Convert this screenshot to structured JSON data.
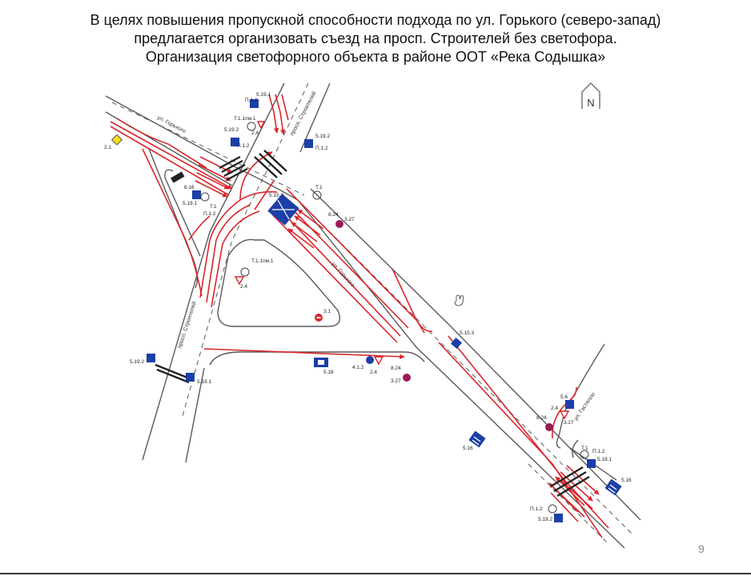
{
  "heading": {
    "line1": "В целях повышения пропускной способности подхода по ул. Горького (северо-запад)",
    "line2": "предлагается организовать съезд на просп. Строителей без светофора.",
    "line3": "Организация светофорного объекта в районе ООТ «Река Содышка»"
  },
  "page_number": "9",
  "north_label": "N",
  "streets": {
    "gorkogo_top": "ул. Горького",
    "stroiteley_top": "просп. Строителей",
    "gorkogo_mid": "ул. Горького",
    "stroiteley_bottom": "просп. Строителей",
    "gastello": "ул. Гастелло"
  },
  "signs": {
    "s_5_19_1_a": "5.19.1",
    "p_1_2_a": "П.1.2",
    "t_1_1pm_a": "Т.1.1пм.1",
    "s_2_4_a": "2.4",
    "s_5_19_2_a": "5.19.2",
    "p_1_2_b": "П.1.2",
    "s_5_19_2_b": "5.19.2",
    "p_1_2_c": "П.1.2",
    "s_2_1": "2.1",
    "s_6_16": "6.16",
    "s_5_19_1_b": "5.19.1",
    "t_1_a": "Т.1",
    "p_1_2_d": "П.1.2",
    "s_5_15_2": "5.15.2",
    "t_1_b": "Т.1",
    "s_8_24_a": "8.24",
    "s_3_27_a": "3.27",
    "t_1_1pm_b": "Т.1.1пм.1",
    "s_2_4_b": "2.4",
    "s_3_1": "3.1",
    "s_5_15_3": "5.15.3",
    "s_5_19_2_c": "5.19.2",
    "s_5_19_1_c": "5.19.1",
    "s_5_18": "5.18",
    "s_4_1_2": "4.1.2",
    "s_2_4_c": "2.4",
    "s_8_24_b": "8.24",
    "s_3_27_b": "3.27",
    "s_5_6": "5.6",
    "s_2_4_d": "2.4",
    "s_8_24_c": "8.24",
    "s_3_27_c": "3.27",
    "s_5_16_a": "5.16",
    "t_1_c": "Т.1",
    "p_1_2_e": "П.1.2",
    "s_5_19_1_d": "5.19.1",
    "s_5_16_b": "5.16",
    "p_1_2_f": "П.1.2",
    "s_5_19_2_d": "5.19.2"
  },
  "colors": {
    "route_red": "#d9262b",
    "road_line": "#5a5a5a",
    "sign_blue": "#1b3fa8",
    "sign_red": "#d9262b",
    "signal_purple": "#9b1b55",
    "yield_yellow": "#f2e11a"
  }
}
